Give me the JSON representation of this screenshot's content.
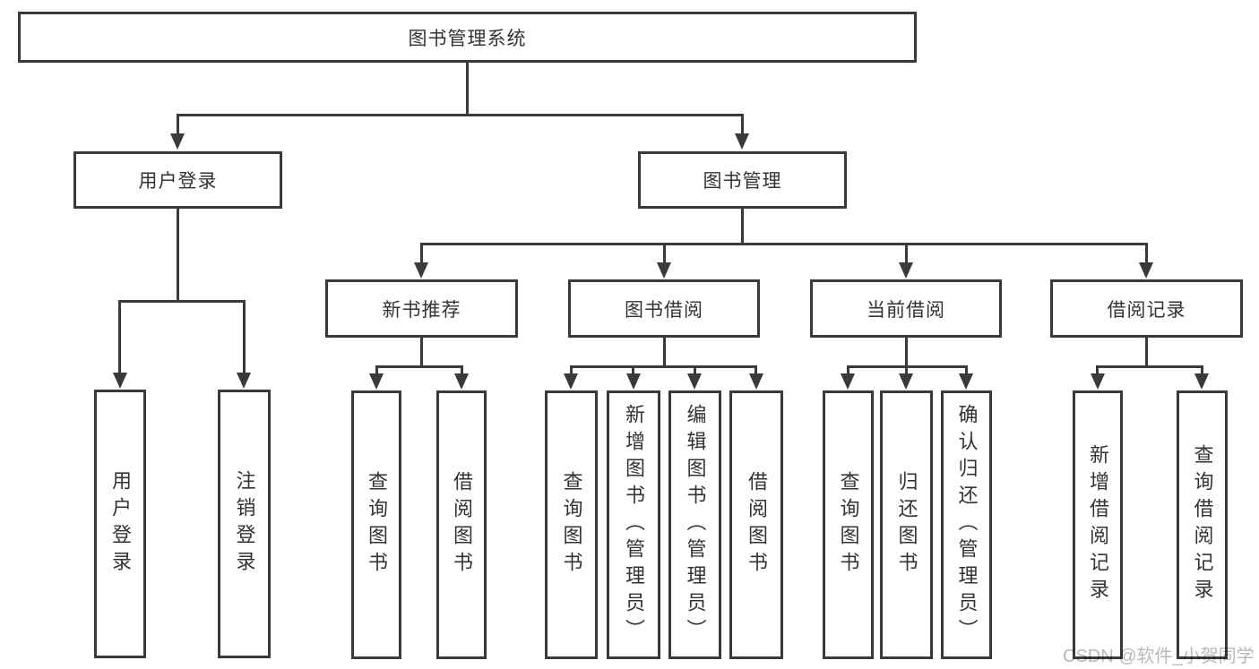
{
  "diagram": {
    "root": {
      "label": "图书管理系统",
      "children": [
        {
          "label": "用户登录",
          "children": [
            {
              "label": "用户登录"
            },
            {
              "label": "注销登录"
            }
          ]
        },
        {
          "label": "图书管理",
          "children": [
            {
              "label": "新书推荐",
              "children": [
                {
                  "label": "查询图书"
                },
                {
                  "label": "借阅图书"
                }
              ]
            },
            {
              "label": "图书借阅",
              "children": [
                {
                  "label": "查询图书"
                },
                {
                  "label": "新增图书（管理员）"
                },
                {
                  "label": "编辑图书（管理员）"
                },
                {
                  "label": "借阅图书"
                }
              ]
            },
            {
              "label": "当前借阅",
              "children": [
                {
                  "label": "查询图书"
                },
                {
                  "label": "归还图书"
                },
                {
                  "label": "确认归还（管理员）"
                }
              ]
            },
            {
              "label": "借阅记录",
              "children": [
                {
                  "label": "新增借阅记录"
                },
                {
                  "label": "查询借阅记录"
                }
              ]
            }
          ]
        }
      ]
    }
  },
  "watermark": {
    "text": "CSDN @软件_小贺同学"
  },
  "colors": {
    "line": "#3a3a3a",
    "text": "#333333",
    "watermark": "#b8b8b8",
    "background": "#ffffff"
  }
}
